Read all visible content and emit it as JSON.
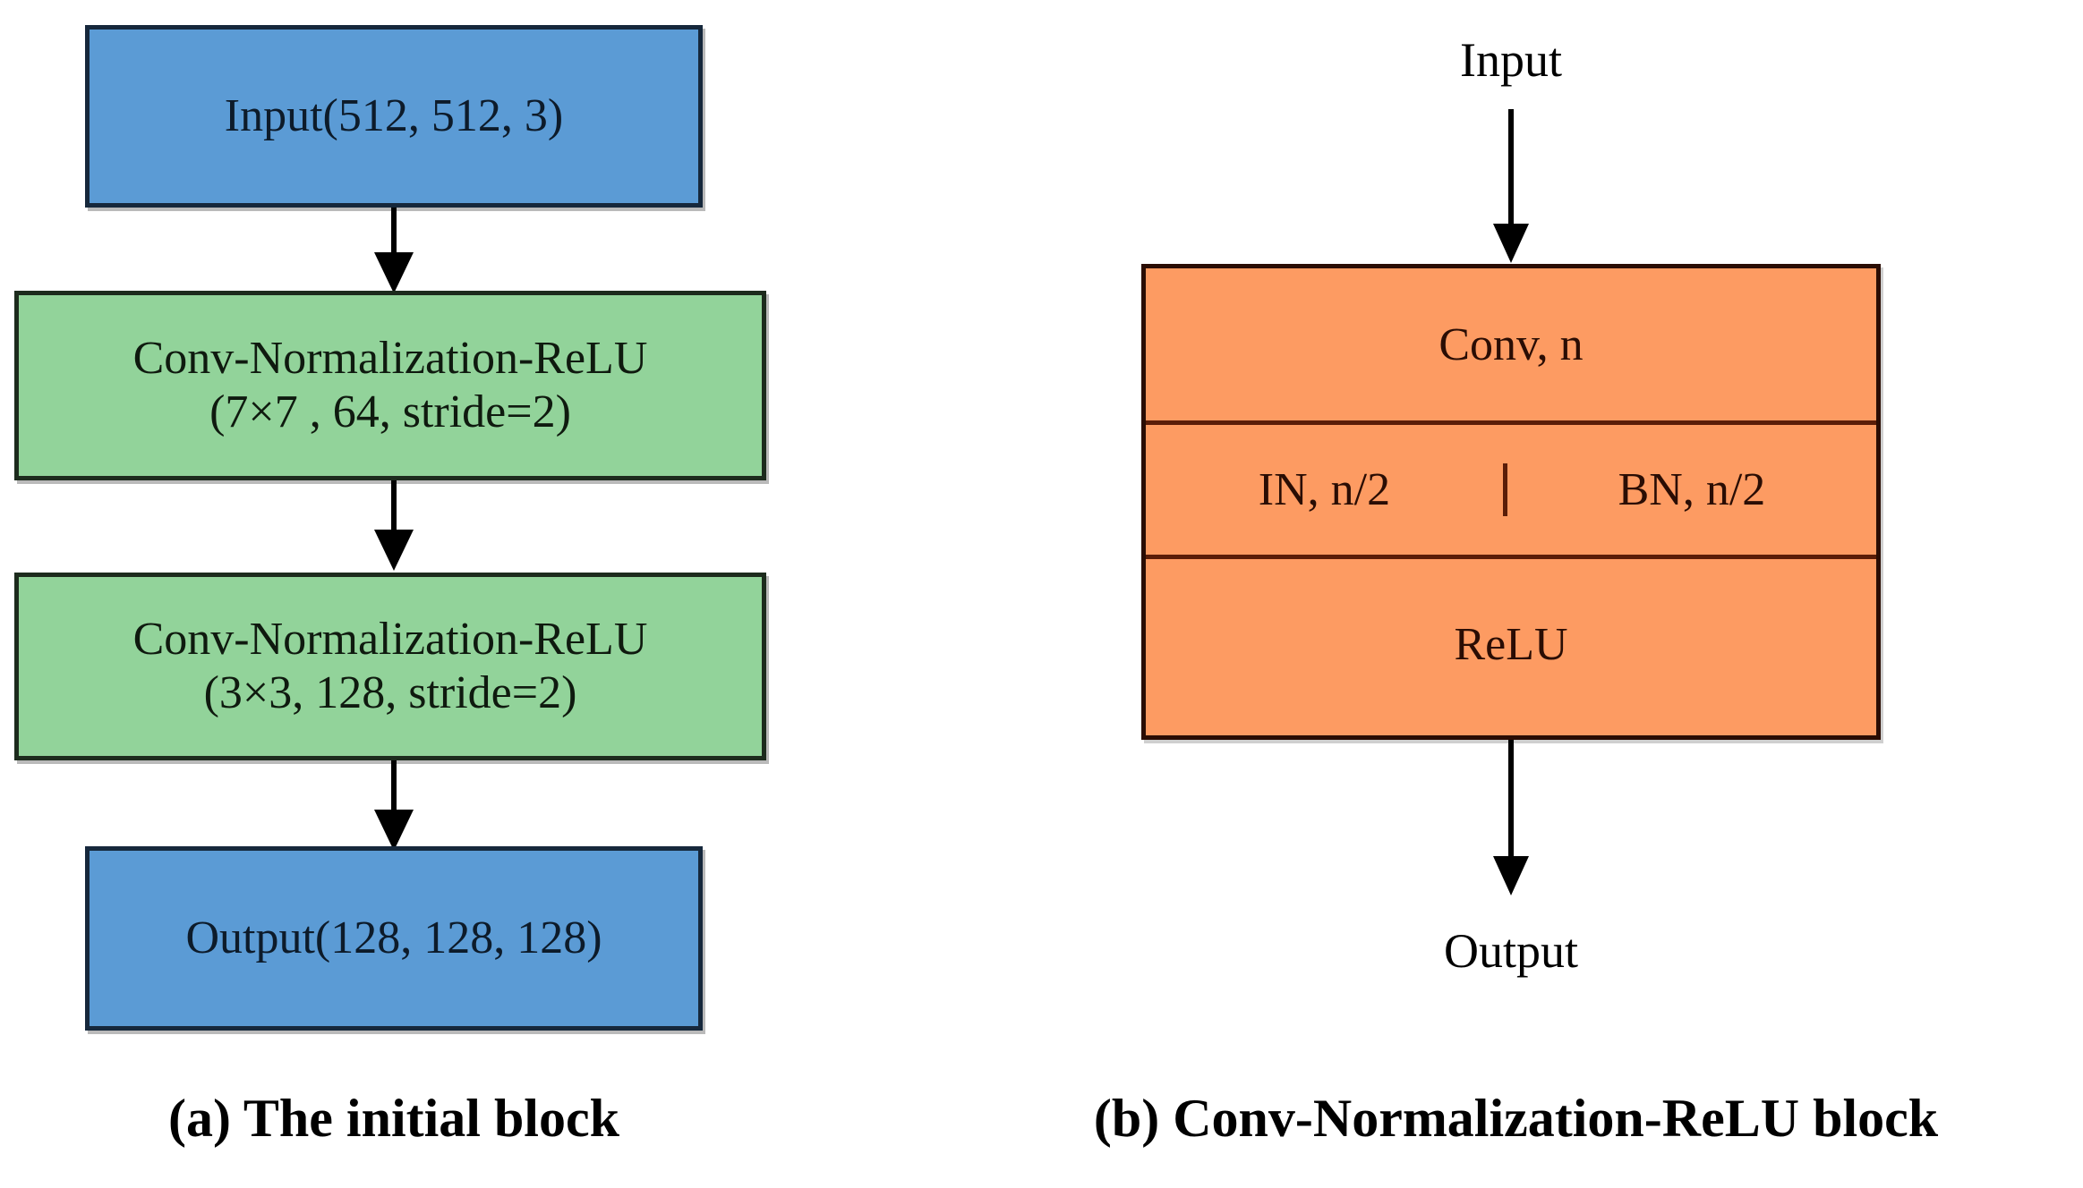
{
  "figure": {
    "panels": [
      {
        "id": "a",
        "caption": "(a) The initial block",
        "nodes": [
          {
            "name": "input-node",
            "kind": "blue",
            "label": "Input(512, 512, 3)"
          },
          {
            "name": "conv1-node",
            "kind": "green",
            "line1": "Conv-Normalization-ReLU",
            "line2": "(7×7 , 64,  stride=2)"
          },
          {
            "name": "conv2-node",
            "kind": "green",
            "line1": "Conv-Normalization-ReLU",
            "line2": "(3×3, 128, stride=2)"
          },
          {
            "name": "output-node",
            "kind": "blue",
            "label": "Output(128, 128, 128)"
          }
        ]
      },
      {
        "id": "b",
        "caption": "(b) Conv-Normalization-ReLU block",
        "input_label": "Input",
        "output_label": "Output",
        "rows": [
          {
            "name": "conv-row",
            "label": "Conv, n"
          },
          {
            "name": "norm-row",
            "left_label": "IN, n/2",
            "right_label": "BN, n/2"
          },
          {
            "name": "relu-row",
            "label": "ReLU"
          }
        ]
      }
    ]
  },
  "colors": {
    "blue_fill": "#5B9BD5",
    "blue_border": "#16283C",
    "green_fill": "#92D39A",
    "green_border": "#1D2B1D",
    "orange_fill": "#FD9B62",
    "orange_border": "#2A0D04",
    "orange_divider": "#5A1D08",
    "arrow": "#000000",
    "background": "#FFFFFF"
  }
}
